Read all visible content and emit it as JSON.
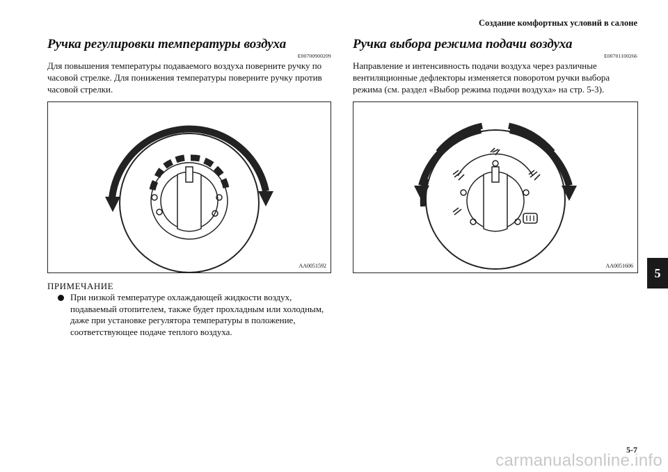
{
  "header": {
    "title": "Создание комфортных условий в салоне"
  },
  "left": {
    "title": "Ручка регулировки температуры воздуха",
    "code": "E00700900209",
    "text": "Для повышения температуры подаваемого воздуха поверните ручку по часовой стрелке. Для понижения температуры поверните ручку против часовой стрелки.",
    "figure_code": "AA0051592"
  },
  "right": {
    "title": "Ручка выбора режима подачи воздуха",
    "code": "E00701100266",
    "text": "Направление и интенсивность подачи воздуха через различные вентиляционные дефлекторы изменяется поворотом ручки выбора режима (см. раздел «Выбор режима подачи воздуха» на стр. 5-3).",
    "figure_code": "AA0051606"
  },
  "note": {
    "title": "ПРИМЕЧАНИЕ",
    "text": "При низкой температуре охлаждающей жидкости воздух, подаваемый отопителем, также будет прохладным или холодным, даже при установке регулятора температуры в положение, соответствующее подаче теплого воздуха."
  },
  "chapter_tab": "5",
  "page_number": "5-7",
  "watermark": "carmanualsonline.info"
}
